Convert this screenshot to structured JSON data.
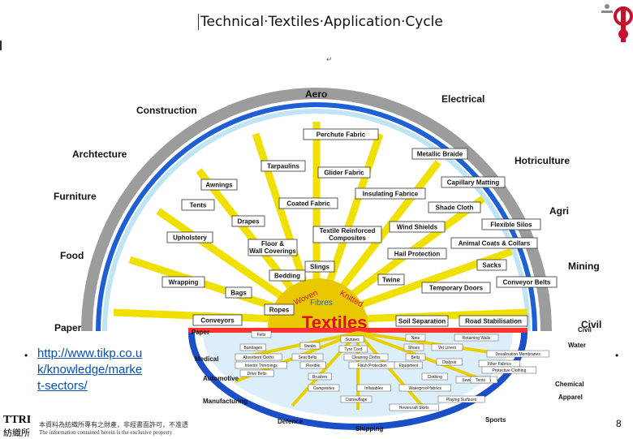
{
  "slide": {
    "title": "Technical·Textiles·Application·Cycle",
    "return_mark": "↵",
    "bullet": "•",
    "link_text": "http://www.tikp.co.uk/knowledge/market-sectors/",
    "org_abbr": "TTRI",
    "org_cn": "紡織所",
    "footer_cn": "本資料為紡織所專有之財產，非經書面許可，不准透",
    "footer_en": "The information contained herein is the exclusive property",
    "page_number": "8"
  },
  "colors": {
    "outer_ring": "#9c9c9c",
    "blue_ring": "#1e5fd6",
    "light_ring": "#bfe4f5",
    "spokes": "#f0e000",
    "hub": "#e8c800",
    "hub_text": "#e01010",
    "lower_half": "#1a4fc8"
  },
  "diagram": {
    "sectors": [
      "Aero",
      "Electrical",
      "Construction",
      "Archtecture",
      "Hotriculture",
      "Furniture",
      "Agri",
      "Food",
      "Mining",
      "Paper",
      "Civil"
    ],
    "applications": [
      "Perchute Fabric",
      "Metallic Braide",
      "Tarpaulins",
      "Glider Fabric",
      "Capillary Matting",
      "Awnings",
      "Insulating Fabrice",
      "Tents",
      "Coated Fabric",
      "Shade Cloth",
      "Drapes",
      "Wind Shields",
      "Flexible Silos",
      "Textile Reinforced Composites",
      "Upholstery",
      "Animal Coats & Collars",
      "Floor & Wall Coverings",
      "Hail Protection",
      "Sacks",
      "Slings",
      "Conveyor Belts",
      "Bedding",
      "Twine",
      "Wrapping",
      "Temporary Doors",
      "Bags",
      "Ropes",
      "Conveyors",
      "Soil Separation",
      "Road Stabilisation"
    ],
    "hub": {
      "fibres": "Fibres",
      "woven": "Woven",
      "knitted": "Knitted",
      "textiles": "Textiles"
    },
    "lower_sectors": [
      "Paper",
      "Medical",
      "Automotive",
      "Manufacturing",
      "Defence",
      "Shipping",
      "Sports",
      "Apparel",
      "Chemical",
      "Water",
      "Civil"
    ],
    "lower_items": [
      "Felts",
      "Sutures",
      "Nets",
      "Retaining Walls",
      "Bandages",
      "Swabs",
      "Tyre Cord",
      "Shoes",
      "Vet Liners",
      "Absorbent Cloths",
      "Seat Belts",
      "Cleaning Cloths",
      "Belts",
      "Dialysis",
      "Desalination Membranes",
      "Interior Trimmings",
      "Flexible",
      "Flash Protection",
      "Equipment",
      "Filter Fabrics",
      "Drive Belts",
      "Brushes",
      "Clothing",
      "Sewing Threads",
      "Protective Clothing",
      "Composites",
      "Inflatables",
      "Waterproof fabrics",
      "Tents",
      "Camouflage",
      "Hovercraft Skirts",
      "Playing Surfaces"
    ]
  }
}
